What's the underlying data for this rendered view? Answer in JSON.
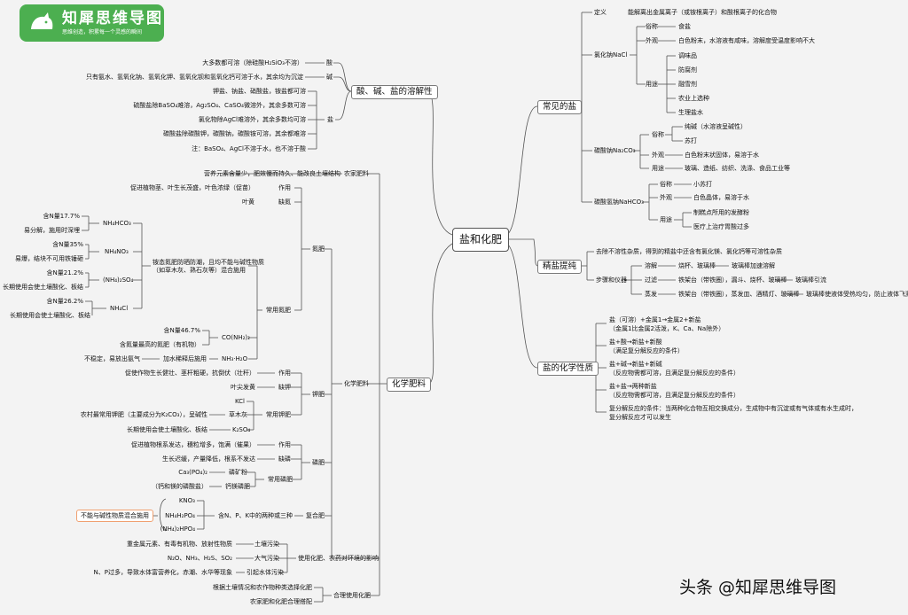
{
  "logo": {
    "title": "知犀思维导图",
    "tagline": "思维创造，积累每一个灵感的瞬间"
  },
  "center": "盐和化肥",
  "branches": {
    "acid": "酸、碱、盐的溶解性",
    "common_salt": "常见的盐",
    "refine": "精盐提纯",
    "chem_prop": "盐的化学性质",
    "fertilizer": "化学肥料"
  },
  "acid": {
    "acid_label": "酸",
    "acid_text": "大多数都可溶（除硅酸H₂SiO₃不溶）",
    "base_label": "碱",
    "base_text": "只有氨水、氢氧化钠、氢氧化钾、氢氧化钡和氢氧化钙可溶于水，其余均为沉淀",
    "salt_label": "盐",
    "salt_items": [
      "钾盐、钠盐、硝酸盐，铵盐都可溶",
      "硫酸盐除BaSO₄难溶，Ag₂SO₄、CaSO₄微溶外，其余多数可溶",
      "氯化物除AgCl难溶外，其余多数均可溶",
      "碳酸盐除碳酸钾，碳酸钠，碳酸铵可溶，其余都难溶",
      "注：BaSO₄、AgCl不溶于水，也不溶于酸"
    ]
  },
  "common": {
    "def_label": "定义",
    "def_text": "能解离出金属离子（或铵根离子）和酸根离子的化合物",
    "nacl": "氯化钠NaCl",
    "nacl_alias_k": "俗称",
    "nacl_alias_v": "食盐",
    "nacl_look_k": "外观",
    "nacl_look_v": "白色粉末，水溶液有咸味，溶解度受温度影响不大",
    "nacl_use_k": "用途",
    "nacl_uses": [
      "调味品",
      "防腐剂",
      "融雪剂",
      "农业上选种",
      "生理盐水"
    ],
    "na2co3": "碳酸钠Na₂CO₃",
    "na2co3_alias_k": "俗称",
    "na2co3_alias": [
      "纯碱（水溶液呈碱性）",
      "苏打"
    ],
    "na2co3_look_k": "外观",
    "na2co3_look_v": "白色粉末状固体，易溶于水",
    "na2co3_use_k": "用途",
    "na2co3_use_v": "玻璃、造纸、纺织、洗涤、食品工业等",
    "nahco3": "碳酸氢钠NaHCO₃",
    "nahco3_alias_k": "俗称",
    "nahco3_alias_v": "小苏打",
    "nahco3_look_k": "外观",
    "nahco3_look_v": "白色晶体，易溶于水",
    "nahco3_use_k": "用途",
    "nahco3_uses": [
      "制糕点所用的发酵粉",
      "医疗上治疗胃酸过多"
    ]
  },
  "refine": {
    "goal": "去除不溶性杂质，得到的精盐中还含有氯化镁、氯化钙等可溶性杂质",
    "steps_label": "步骤和仪器",
    "s1_k": "溶解",
    "s1_tools": "烧杯、玻璃棒",
    "s1_note": "玻璃棒加速溶解",
    "s2_k": "过滤",
    "s2_tools": "铁架台（带铁圈），漏斗、烧杯、玻璃棒",
    "s2_note": "玻璃棒引流",
    "s3_k": "蒸发",
    "s3_tools": "铁架台（带铁圈），蒸发皿、酒精灯、玻璃棒",
    "s3_note": "玻璃棒使液体受热均匀，防止液体飞溅"
  },
  "prop": {
    "p1": [
      "盐（可溶）+金属1→金属2+新盐",
      "（金属1比金属2活泼，K、Ca、Na除外）"
    ],
    "p2": [
      "盐+酸→新盐+新酸",
      "（满足复分解反应的条件）"
    ],
    "p3": [
      "盐+碱→新盐+新碱",
      "（反应物需都可溶，且满足复分解反应的条件）"
    ],
    "p4": [
      "盐+盐→两种新盐",
      "（反应物需都可溶，且满足复分解反应的条件）"
    ],
    "p5": [
      "复分解反应的条件：当两种化合物互相交换成分，生成物中有沉淀或有气体或有水生成时，",
      "复分解反应才可以发生"
    ]
  },
  "fert": {
    "farm_label": "农家肥料",
    "farm_text": "营养元素含量少，肥效慢而持久、能改良土壤结构",
    "chem_label": "化学肥料",
    "n_label": "氮肥",
    "n_effect_k": "作用",
    "n_effect_v": "促进植物茎、叶生长茂盛，叶色浓绿（促苗）",
    "n_lack_k": "缺氮",
    "n_lack_v": "叶黄",
    "n_common": "常用氮肥",
    "n_note": [
      "铵态氮肥防晒防潮，且均不能与碱性物质",
      "（如草木灰、熟石灰等）混合施用"
    ],
    "nh4hco3": "NH₄HCO₃",
    "nh4hco3_a": "含N量17.7%",
    "nh4hco3_b": "易分解，施用时深埋",
    "nh4no3": "NH₄NO₃",
    "nh4no3_a": "含N量35%",
    "nh4no3_b": "易爆，结块不可用铁锤砸",
    "nh4so4": "(NH₄)₂SO₄",
    "nh4so4_a": "含N量21.2%",
    "nh4so4_b": "长期使用会使土壤酸化、板结",
    "nh4cl": "NH₄Cl",
    "nh4cl_a": "含N量26.2%",
    "nh4cl_b": "长期使用会使土壤酸化、板结",
    "urea": "CO(NH₂)₂",
    "urea_a": "含N量46.7%",
    "urea_b": "含氮量最高的氮肥（有机物）",
    "nh3": "NH₃·H₂O",
    "nh3_a": "加水稀释后施用",
    "nh3_b": "不稳定，易放出氨气",
    "k_label": "钾肥",
    "k_effect_k": "作用",
    "k_effect_v": "促使作物生长健壮、茎杆粗硬，抗倒伏（壮秆）",
    "k_lack_k": "缺钾",
    "k_lack_v": "叶尖发黄",
    "k_common": "常用钾肥",
    "kcl": "KCl",
    "ash": "草木灰",
    "ash_note": "农村最常用钾肥（主要成分为K₂CO₃），呈碱性",
    "k2so4": "K₂SO₄",
    "k2so4_note": "长期使用会使土壤酸化、板结",
    "p_label": "磷肥",
    "p_effect_k": "作用",
    "p_effect_v": "促进植物根系发达，穗粒增多，饱满（催果）",
    "p_lack_k": "缺磷",
    "p_lack_v": "生长迟缓，产量降低，根系不发达",
    "p_common": "常用磷肥",
    "ca3po4": "Ca₃(PO₄)₂",
    "ca3po4_name": "磷矿粉",
    "cap_name": "钙镁磷肥",
    "cap_note": "（钙和镁的磷酸盐）",
    "compound_label": "复合肥",
    "compound_desc": "含N、P、K中的两种或三种",
    "compound_items": [
      "KNO₃",
      "NH₄H₂PO₄",
      "(NH₄)₂HPO₄"
    ],
    "compound_warn": "不能与碱性物质混合施用",
    "env_label": "使用化肥、农药对环境的影响",
    "soil_k": "土壤污染",
    "soil_v": "重金属元素、有毒有机物、放射性物质",
    "air_k": "大气污染",
    "air_v": "N₂O、NH₃、H₂S、SO₂",
    "water_k": "引起水体污染",
    "water_v": "N、P过多，导致水体富营养化，赤潮、水华等现象",
    "reason_label": "合理使用化肥",
    "reason_items": [
      "根据土壤情况和农作物种类选择化肥",
      "农家肥和化肥合理搭配"
    ]
  },
  "watermark": "头条 @知犀思维导图"
}
